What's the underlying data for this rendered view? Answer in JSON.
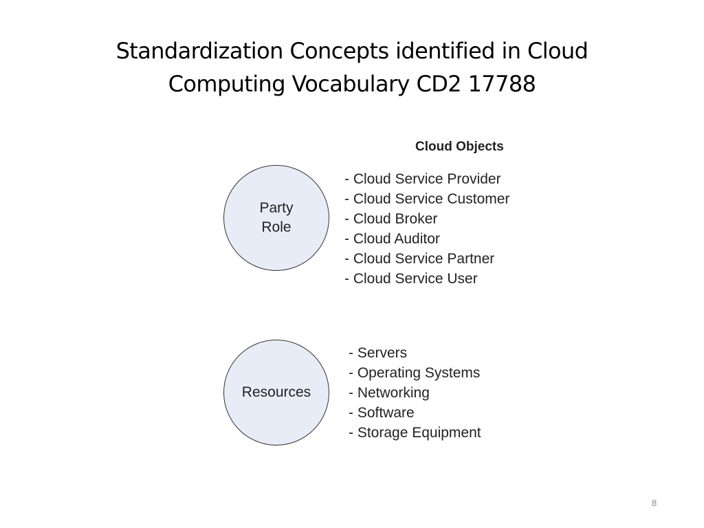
{
  "slide": {
    "title_line1": "Standardization Concepts identified in Cloud",
    "title_line2": "Computing Vocabulary CD2 17788",
    "page_number": "8"
  },
  "diagram": {
    "heading": "Cloud Objects",
    "groups": [
      {
        "label_line1": "Party",
        "label_line2": "Role",
        "items": [
          "- Cloud Service Provider",
          "- Cloud Service Customer",
          "- Cloud Broker",
          "- Cloud Auditor",
          "- Cloud Service Partner",
          "- Cloud Service User"
        ]
      },
      {
        "label_line1": "Resources",
        "items": [
          "- Servers",
          "- Operating Systems",
          "- Networking",
          "- Software",
          "- Storage Equipment"
        ]
      }
    ],
    "colors": {
      "circle_fill": "#e8ecf6",
      "circle_stroke": "#333333",
      "text": "#222222"
    }
  }
}
